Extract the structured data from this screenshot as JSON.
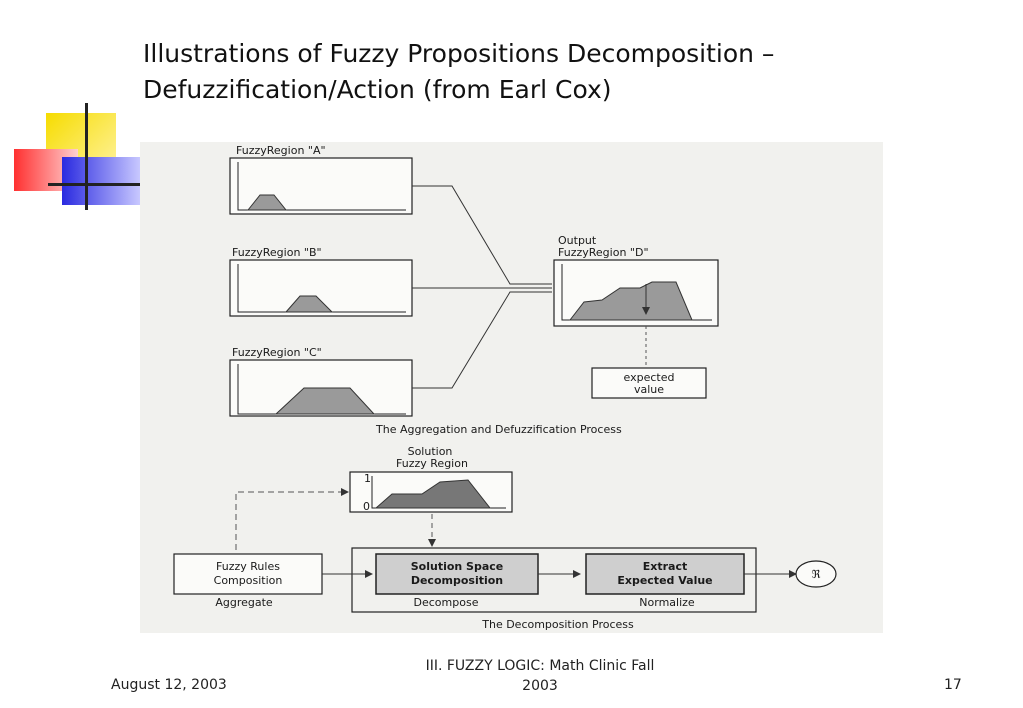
{
  "slide": {
    "title_line1": "Illustrations of Fuzzy Propositions Decomposition –",
    "title_line2": "Defuzzification/Action (from Earl Cox)"
  },
  "figure_top": {
    "region_a": "FuzzyRegion \"A\"",
    "region_b": "FuzzyRegion \"B\"",
    "region_c": "FuzzyRegion \"C\"",
    "output_line1": "Output",
    "output_line2": "FuzzyRegion \"D\"",
    "expected_line1": "expected",
    "expected_line2": "value",
    "caption": "The Aggregation and Defuzzification Process"
  },
  "figure_bottom": {
    "solution_line1": "Solution",
    "solution_line2": "Fuzzy Region",
    "axis_one": "1",
    "axis_zero": "0",
    "rules_line1": "Fuzzy Rules",
    "rules_line2": "Composition",
    "aggregate": "Aggregate",
    "decomp_line1": "Solution Space",
    "decomp_line2": "Decomposition",
    "decompose": "Decompose",
    "extract_line1": "Extract",
    "extract_line2": "Expected Value",
    "normalize": "Normalize",
    "real_symbol": "ℜ",
    "caption": "The Decomposition Process"
  },
  "footer": {
    "date": "August 12, 2003",
    "center_line1": "III. FUZZY LOGIC: Math Clinic Fall",
    "center_line2": "2003",
    "page": "17"
  }
}
